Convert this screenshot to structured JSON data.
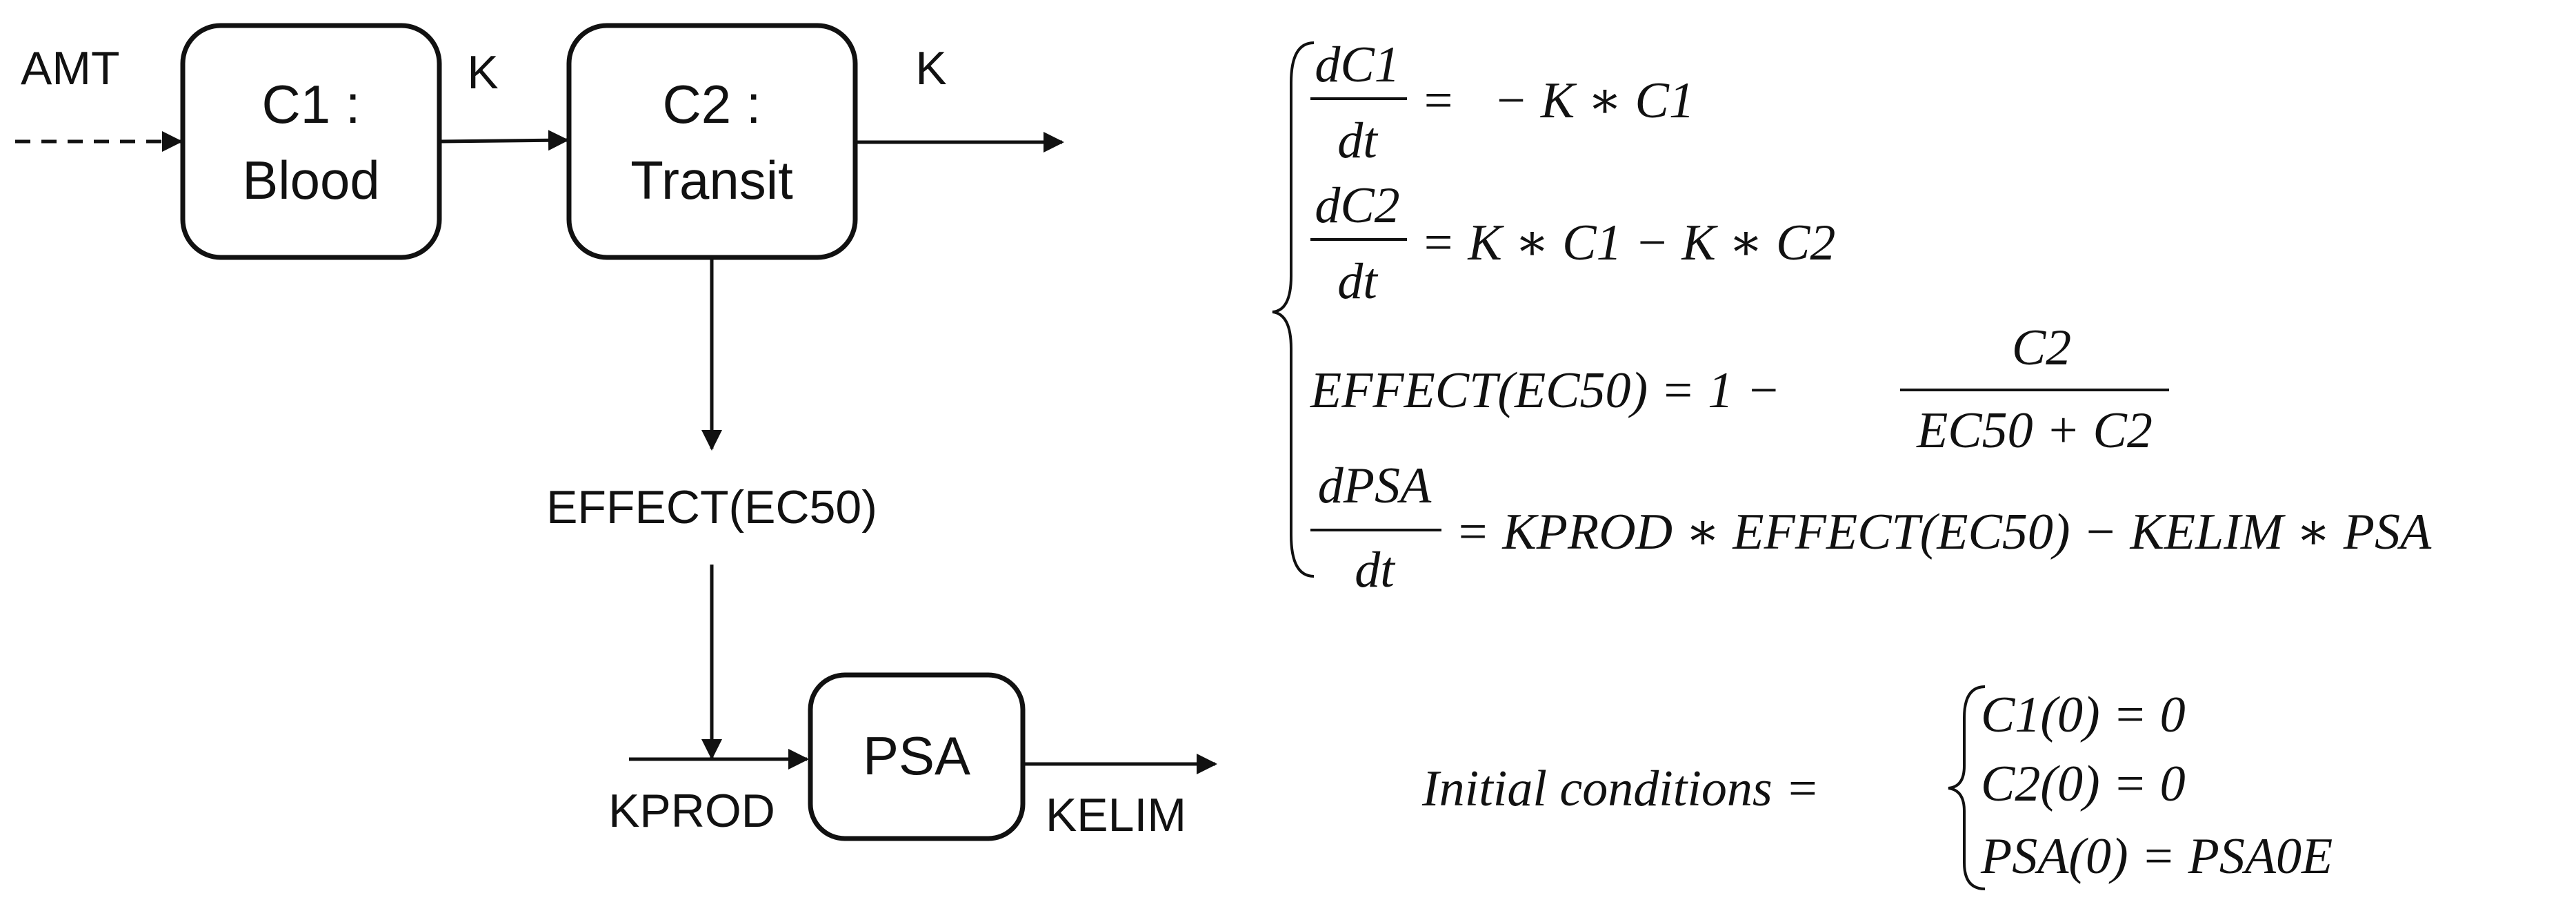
{
  "diagram": {
    "nodes": {
      "c1": {
        "line1": "C1 :",
        "line2": "Blood"
      },
      "c2": {
        "line1": "C2 :",
        "line2": "Transit"
      },
      "psa": {
        "label": "PSA"
      }
    },
    "labels": {
      "amt": "AMT",
      "k_in": "K",
      "k_out": "K",
      "effect": "EFFECT(EC50)",
      "kprod": "KPROD",
      "kelim": "KELIM"
    }
  },
  "equations": {
    "dC1_num": "dC1",
    "dC1_den": "dt",
    "dC1_rhs": "=   − K ∗ C1",
    "dC2_num": "dC2",
    "dC2_den": "dt",
    "dC2_rhs": "= K ∗ C1 − K ∗ C2",
    "effect_lhs": "EFFECT(EC50) = 1 −",
    "effect_num": "C2",
    "effect_den": "EC50 + C2",
    "dPSA_num": "dPSA",
    "dPSA_den": "dt",
    "dPSA_rhs": "= KPROD ∗ EFFECT(EC50) − KELIM ∗ PSA"
  },
  "initial_conditions": {
    "label": "Initial conditions =",
    "c1": "C1(0) = 0",
    "c2": "C2(0) = 0",
    "psa": "PSA(0) = PSA0E"
  }
}
